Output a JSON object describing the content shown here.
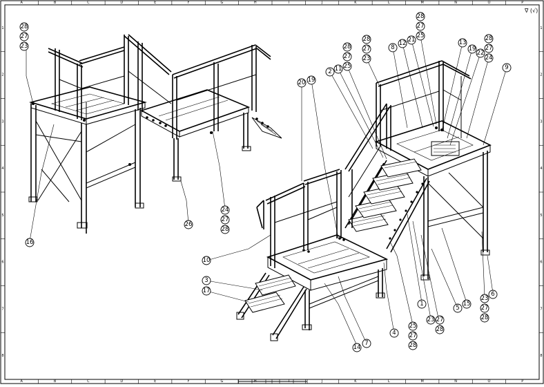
{
  "sheet": {
    "finish_symbol": "∇ (√)",
    "zones_columns": [
      "A",
      "B",
      "C",
      "D",
      "E",
      "F",
      "G",
      "H",
      "I",
      "J",
      "K",
      "L",
      "M",
      "N",
      "O",
      "P"
    ],
    "zones_rows": [
      "1",
      "2",
      "3",
      "4",
      "5",
      "6",
      "7",
      "8"
    ]
  },
  "callouts": {
    "left_assembly": [
      "28",
      "27",
      "23",
      "16",
      "24",
      "27",
      "28",
      "26"
    ],
    "right_assembly": [
      "28",
      "27",
      "25",
      "12",
      "21",
      "8",
      "13",
      "19",
      "28",
      "27",
      "24",
      "9",
      "28",
      "27",
      "23",
      "20",
      "19",
      "11",
      "2",
      "28",
      "27",
      "25",
      "10",
      "3",
      "17",
      "14",
      "7",
      "4",
      "25",
      "27",
      "28",
      "23",
      "1",
      "27",
      "28",
      "5",
      "15",
      "23",
      "27",
      "28",
      "6",
      "22"
    ]
  }
}
